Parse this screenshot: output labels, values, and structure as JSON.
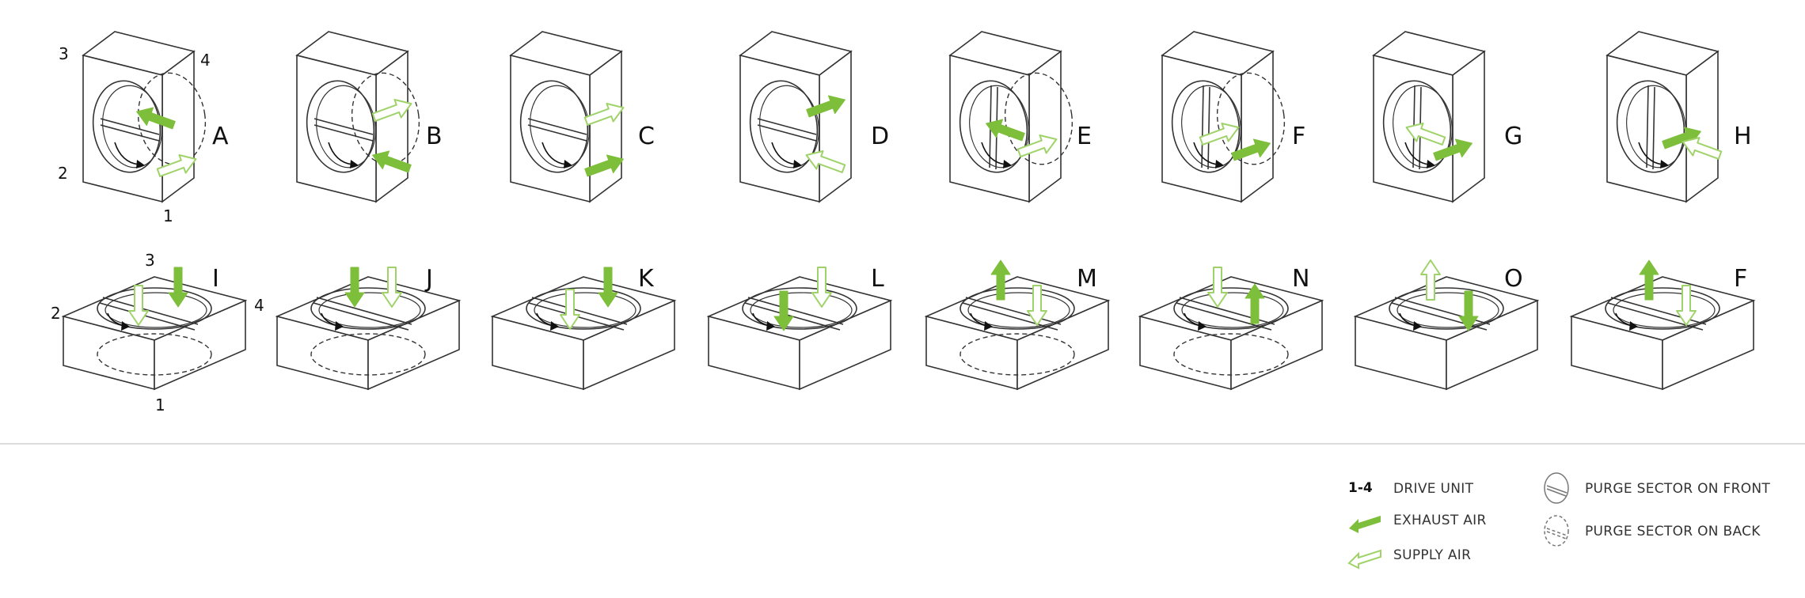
{
  "colors": {
    "exhaust": "#7dbe3a",
    "supply_stroke": "#9fd36a",
    "line": "#333333",
    "divider": "#dcdcdc"
  },
  "row_top": {
    "units": [
      {
        "label": "A",
        "orient": "front"
      },
      {
        "label": "B",
        "orient": "front"
      },
      {
        "label": "C",
        "orient": "front"
      },
      {
        "label": "D",
        "orient": "front"
      },
      {
        "label": "E",
        "orient": "front"
      },
      {
        "label": "F",
        "orient": "front"
      },
      {
        "label": "G",
        "orient": "front"
      },
      {
        "label": "H",
        "orient": "front"
      }
    ],
    "drive_numbers": [
      "3",
      "4",
      "2",
      "1"
    ]
  },
  "row_bottom": {
    "units": [
      {
        "label": "I",
        "orient": "top"
      },
      {
        "label": "J",
        "orient": "top"
      },
      {
        "label": "K",
        "orient": "top"
      },
      {
        "label": "L",
        "orient": "top"
      },
      {
        "label": "M",
        "orient": "top"
      },
      {
        "label": "N",
        "orient": "top"
      },
      {
        "label": "O",
        "orient": "top"
      },
      {
        "label": "F",
        "orient": "top"
      }
    ],
    "drive_numbers": [
      "3",
      "4",
      "2",
      "1"
    ]
  },
  "legend": {
    "drive_key": "1-4",
    "drive_unit": "DRIVE UNIT",
    "exhaust_air": "EXHAUST AIR",
    "supply_air": "SUPPLY AIR",
    "purge_front": "PURGE SECTOR ON FRONT",
    "purge_back": "PURGE SECTOR ON BACK"
  }
}
